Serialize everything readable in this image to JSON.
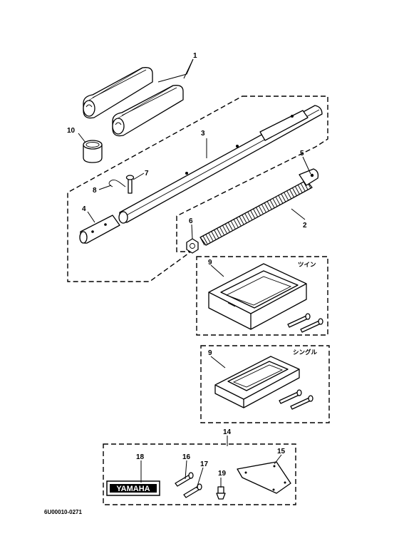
{
  "figure": {
    "catalog_code": "6U00010-0271",
    "variant_labels": {
      "twin": "ツイン",
      "single": "シングル"
    },
    "decal_text": "YAMAHA"
  },
  "callouts": [
    "1",
    "2",
    "3",
    "4",
    "5",
    "6",
    "7",
    "8",
    "9",
    "9",
    "10",
    "14",
    "15",
    "16",
    "17",
    "18",
    "19"
  ]
}
